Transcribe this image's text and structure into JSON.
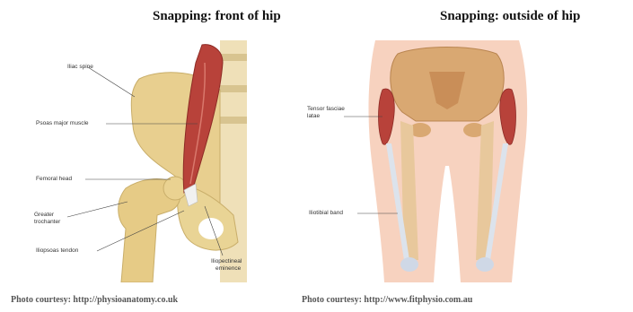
{
  "titles": {
    "left": "Snapping: front of hip",
    "right": "Snapping: outside of hip"
  },
  "left_panel": {
    "labels": {
      "iliac_spine": "Iliac spine",
      "psoas_major": "Psoas major muscle",
      "femoral_head": "Femoral head",
      "greater_trochanter_1": "Greater",
      "greater_trochanter_2": "trochanter",
      "iliopsoas_tendon": "Iliopsoas tendon",
      "iliopectineal_1": "Iliopectineal",
      "iliopectineal_2": "eminence"
    }
  },
  "right_panel": {
    "labels": {
      "tensor_1": "Tensor fasciae",
      "tensor_2": "latae",
      "iliotibial_band": "Iliotibial band"
    }
  },
  "captions": {
    "left": "Photo courtesy: http://physioanatomy.co.uk",
    "right": "Photo courtesy: http://www.fitphysio.com.au"
  },
  "colors": {
    "bone": "#e8cf8f",
    "muscle": "#b8423a",
    "skin": "#f7d2bf",
    "tendon": "#dce3ec"
  }
}
